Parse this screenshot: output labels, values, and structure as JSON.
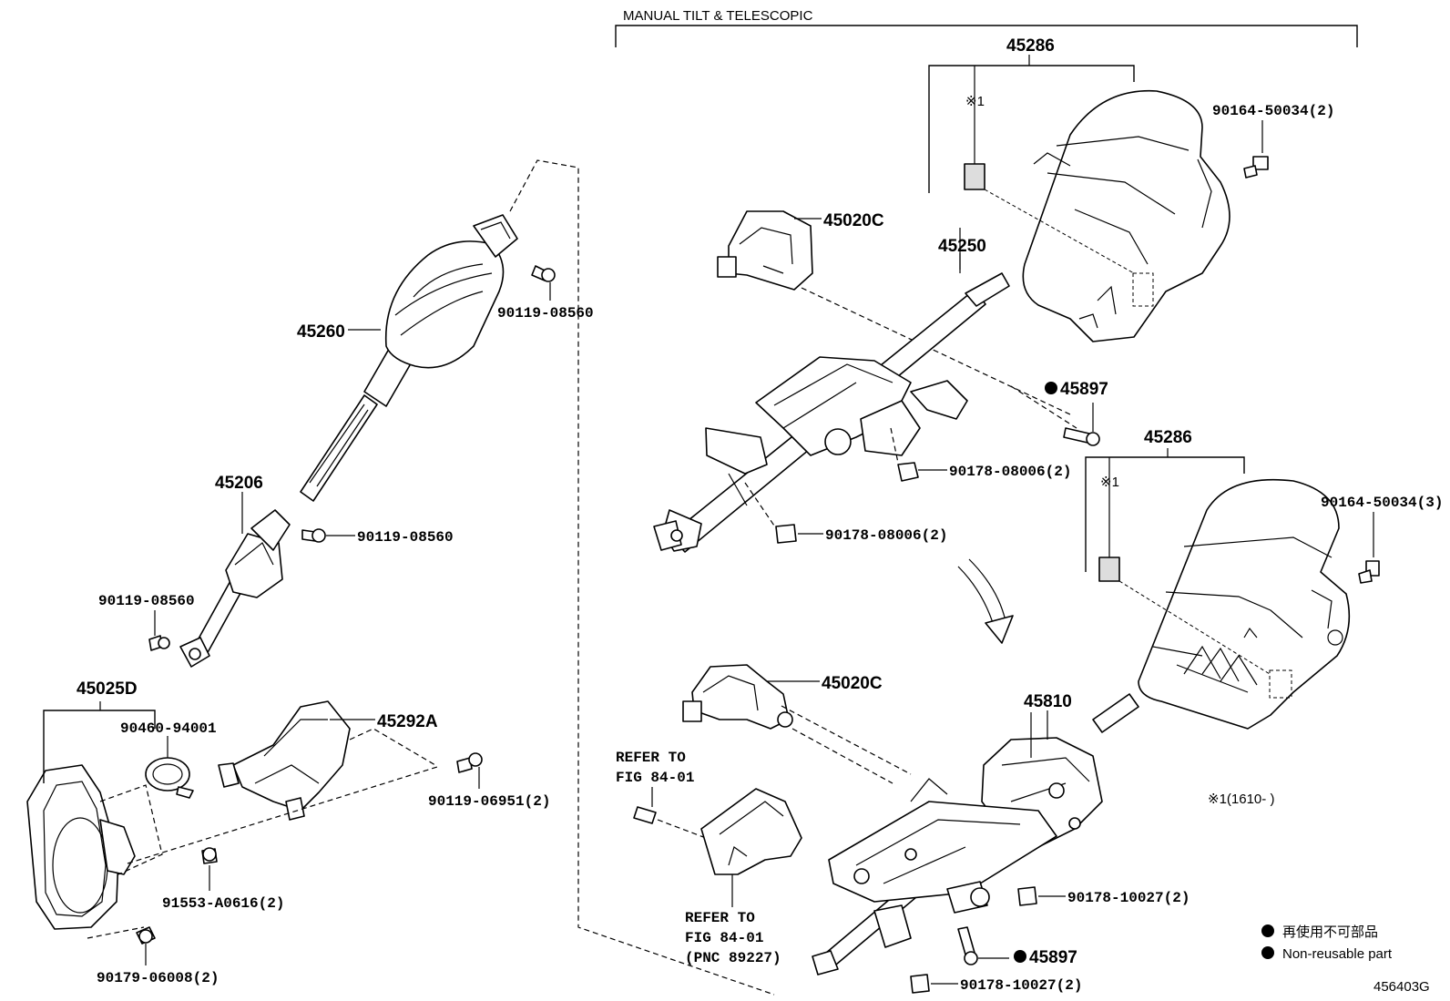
{
  "header": {
    "variant": "MANUAL TILT & TELESCOPIC"
  },
  "parts": {
    "p45286_top": "45286",
    "p45286_mid": "45286",
    "p90164_top": "90164-50034(2)",
    "p90164_mid": "90164-50034(3)",
    "p45020C_top": "45020C",
    "p45020C_bot": "45020C",
    "p45250": "45250",
    "p45897_top": "45897",
    "p45897_bot": "45897",
    "p90178_08006_a": "90178-08006(2)",
    "p90178_08006_b": "90178-08006(2)",
    "p45810": "45810",
    "p90178_10027_a": "90178-10027(2)",
    "p90178_10027_b": "90178-10027(2)",
    "p45260": "45260",
    "p90119_08560_a": "90119-08560",
    "p90119_08560_b": "90119-08560",
    "p90119_08560_c": "90119-08560",
    "p45206": "45206",
    "p45025D": "45025D",
    "p90460": "90460-94001",
    "p45292A": "45292A",
    "p90119_06951": "90119-06951(2)",
    "p91553": "91553-A0616(2)",
    "p90179": "90179-06008(2)"
  },
  "notes": {
    "ref1_line1": "REFER TO",
    "ref1_line2": "FIG 84-01",
    "ref2_line1": "REFER TO",
    "ref2_line2": "FIG 84-01",
    "ref2_line3": "(PNC 89227)",
    "mark_top": "※1",
    "mark_mid": "※1",
    "footnote": "※1(1610-     )"
  },
  "legend": {
    "non_reusable_jp": "再使用不可部品",
    "non_reusable_en": "Non-reusable part"
  },
  "figure_id": "456403G"
}
